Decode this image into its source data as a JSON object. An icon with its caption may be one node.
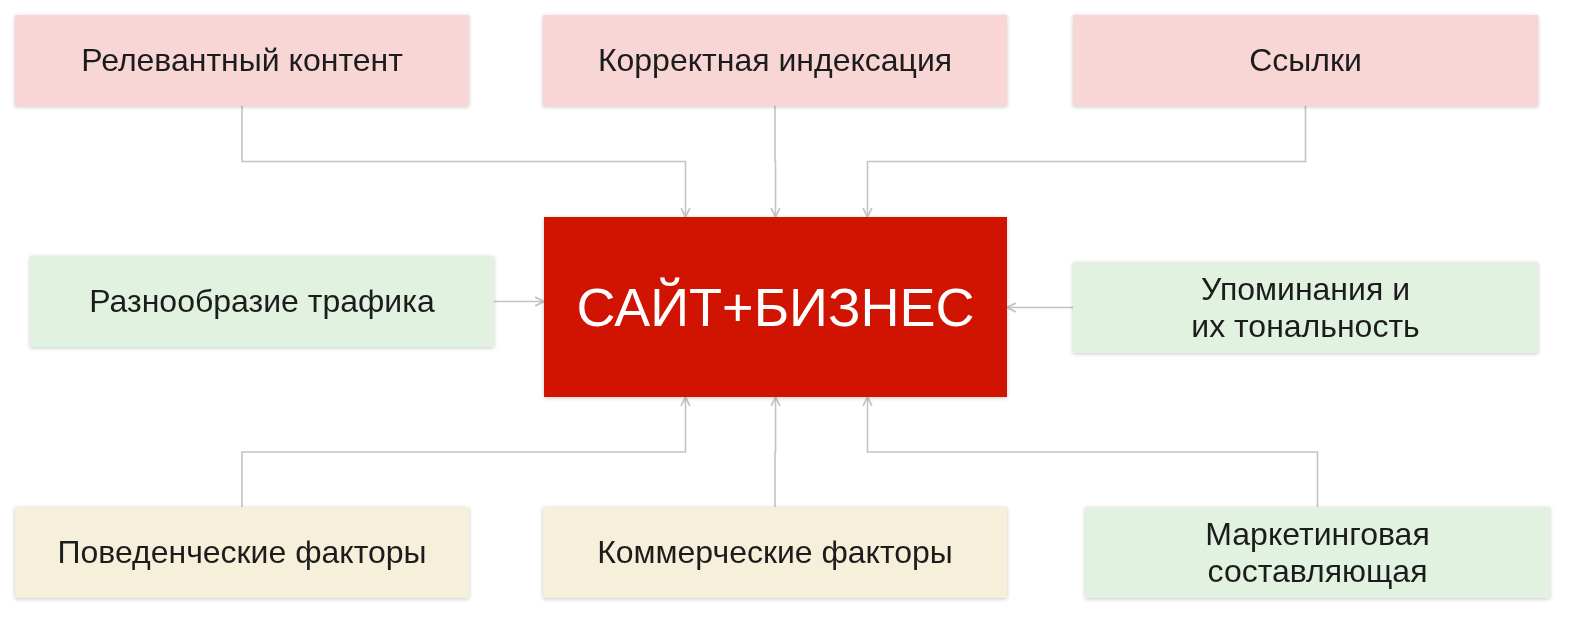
{
  "diagram": {
    "nodes": [
      {
        "text": [
          "Релевантный контент"
        ]
      },
      {
        "text": [
          "Корректная индексация"
        ]
      },
      {
        "text": [
          "Ссылки"
        ]
      },
      {
        "text": [
          "Разнообразие трафика"
        ]
      },
      {
        "text": [
          "САЙТ+БИЗНЕС"
        ]
      },
      {
        "text": [
          "Упоминания и их тональность"
        ]
      },
      {
        "text": [
          "Поведенческие факторы"
        ]
      },
      {
        "text": [
          "Коммерческие факторы"
        ]
      },
      {
        "text": [
          "Маркетинговая составляющая"
        ]
      }
    ],
    "edges": [
      {
        "from": 0,
        "to": 4,
        "arrow": "to"
      },
      {
        "from": 1,
        "to": 4,
        "arrow": "to"
      },
      {
        "from": 2,
        "to": 4,
        "arrow": "to"
      },
      {
        "from": 3,
        "to": 4,
        "arrow": "to"
      },
      {
        "from": 5,
        "to": 4,
        "arrow": "to"
      },
      {
        "from": 6,
        "to": 4,
        "arrow": "to"
      },
      {
        "from": 7,
        "to": 4,
        "arrow": "to"
      },
      {
        "from": 8,
        "to": 4,
        "arrow": "to"
      }
    ]
  }
}
